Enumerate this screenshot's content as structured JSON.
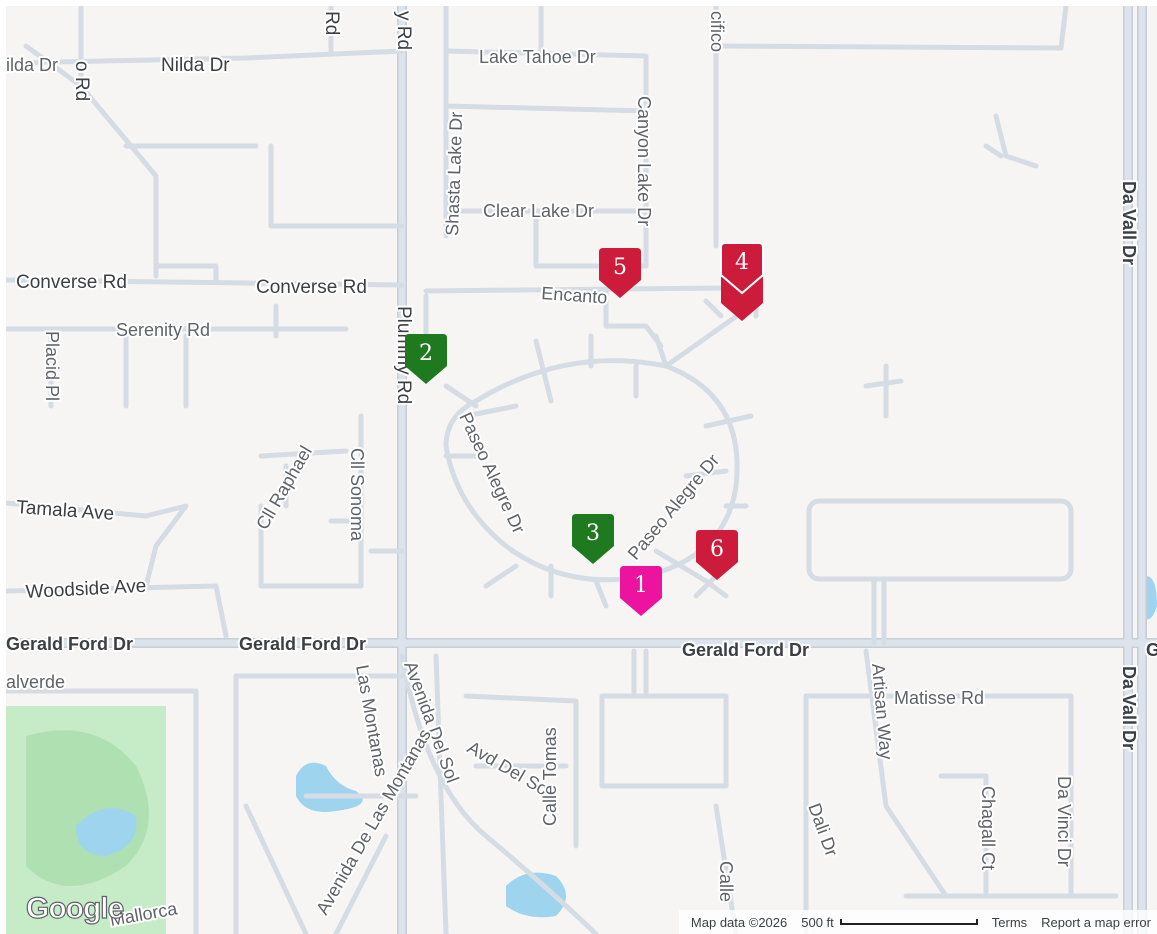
{
  "map": {
    "streets": [
      "Nilda Dr",
      "ilda Dr",
      "o Rd",
      "Rd",
      "y Rd",
      "Lake Tahoe Dr",
      "cifico",
      "Canyon Lake Dr",
      "Shasta Lake Dr",
      "Clear Lake Dr",
      "Da Vall Dr",
      "Converse Rd",
      "Encanto",
      "Serenity Rd",
      "Placid Pl",
      "Plummy Rd",
      "Paseo Alegre Dr",
      "Cll Raphael",
      "Cll Sonoma",
      "Tamala Ave",
      "Woodside Ave",
      "Gerald Ford Dr",
      "alverde",
      "Avenida Del Sol",
      "Las Montanas",
      "Avenida De Las Montanas",
      "Calle Tomas",
      "Avd Del Sol",
      "Matisse Rd",
      "Artisan Way",
      "Dali Dr",
      "Chagall Ct",
      "Da Vinci Dr",
      "Calle",
      "Mallorca",
      "G"
    ],
    "markers": [
      {
        "label": "1",
        "color": "#ec139f"
      },
      {
        "label": "2",
        "color": "#1f7a1f"
      },
      {
        "label": "3",
        "color": "#1f7a1f"
      },
      {
        "label": "4",
        "color": "#cc1b3b"
      },
      {
        "label": "5",
        "color": "#cc1b3b"
      },
      {
        "label": "6",
        "color": "#cc1b3b"
      }
    ],
    "colors": {
      "road": "#dde3ea",
      "road_edge": "#c7ced7",
      "land": "#f6f5f3",
      "water": "#9fd4ee",
      "park": "#c5ebc7"
    }
  },
  "footer": {
    "logo": "Google",
    "map_data": "Map data ©2026",
    "scale": "500 ft",
    "terms": "Terms",
    "report": "Report a map error"
  }
}
